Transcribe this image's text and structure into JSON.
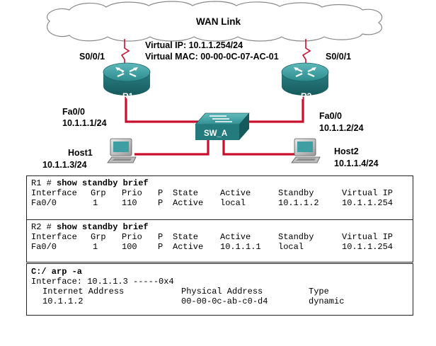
{
  "wan": {
    "label": "WAN Link"
  },
  "virtual": {
    "ip_line": "Virtual IP: 10.1.1.254/24",
    "mac_line": "Virtual MAC: 00-00-0C-07-AC-01"
  },
  "routers": [
    {
      "name": "R1",
      "serial": "S0/0/1",
      "fa_if": "Fa0/0",
      "fa_ip": "10.1.1.1/24"
    },
    {
      "name": "R2",
      "serial": "S0/0/1",
      "fa_if": "Fa0/0",
      "fa_ip": "10.1.1.2/24"
    }
  ],
  "switch": {
    "name": "SW_A"
  },
  "hosts": [
    {
      "name": "Host1",
      "ip": "10.1.1.3/24"
    },
    {
      "name": "Host2",
      "ip": "10.1.1.4/24"
    }
  ],
  "colors": {
    "link": "#c8102e",
    "router": "#2f8f92",
    "switch": "#2f8f92"
  },
  "icons": {
    "router": "router-icon",
    "switch": "switch-icon",
    "host": "computer-icon",
    "cloud": "cloud-icon",
    "serial_link": "lightning-bolt-icon"
  },
  "standby": [
    {
      "prompt": "R1 #",
      "command": "show standby brief",
      "headers": [
        "Interface",
        "Grp",
        "Prio",
        "P",
        "State",
        "Active",
        "Standby",
        "Virtual IP"
      ],
      "row": [
        "Fa0/0",
        "1",
        "110",
        "P",
        "Active",
        "local",
        "10.1.1.2",
        "10.1.1.254"
      ]
    },
    {
      "prompt": "R2 #",
      "command": "show standby brief",
      "headers": [
        "Interface",
        "Grp",
        "Prio",
        "P",
        "State",
        "Active",
        "Standby",
        "Virtual IP"
      ],
      "row": [
        "Fa0/0",
        "1",
        "100",
        "P",
        "Active",
        "10.1.1.1",
        "local",
        "10.1.1.254"
      ]
    }
  ],
  "arp": {
    "command": "C:/ arp -a",
    "interface_line": "Interface: 10.1.1.3 -----0x4",
    "headers": [
      "Internet Address",
      "Physical Address",
      "Type"
    ],
    "row": [
      "10.1.1.2",
      "00-00-0c-ab-c0-d4",
      "dynamic"
    ]
  }
}
